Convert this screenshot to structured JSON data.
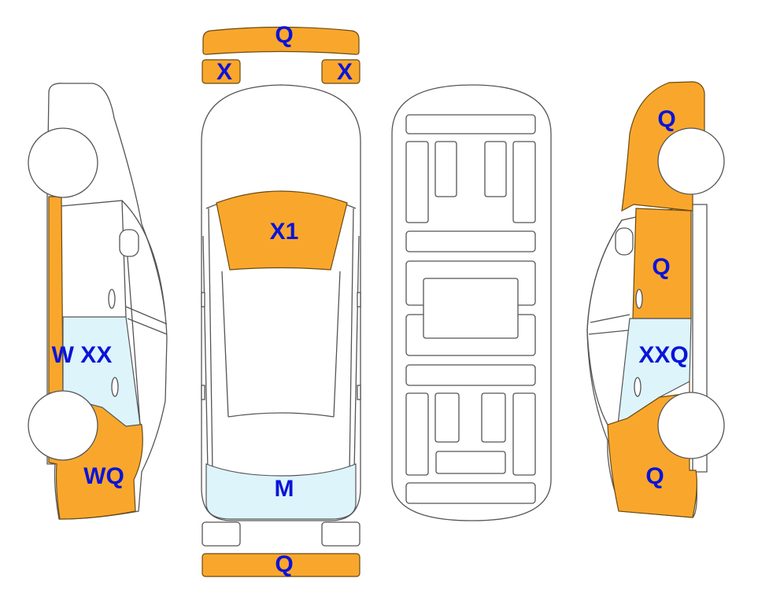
{
  "colors": {
    "damage_orange": "#F9A72C",
    "glass_blue": "#DDF4FB",
    "label_blue": "#0A14D8",
    "outline": "#555555"
  },
  "labels": {
    "front_bumper": "Q",
    "headlight_left": "X",
    "headlight_right": "X",
    "windshield": "X1",
    "rear_window": "M",
    "rear_bumper": "Q",
    "left_side_door_window": "W XX",
    "left_side_rear_quarter": "WQ",
    "right_side_front_fender": "Q",
    "right_side_front_door": "Q",
    "right_side_rear_window": "XXQ",
    "right_side_rear_quarter": "Q"
  }
}
